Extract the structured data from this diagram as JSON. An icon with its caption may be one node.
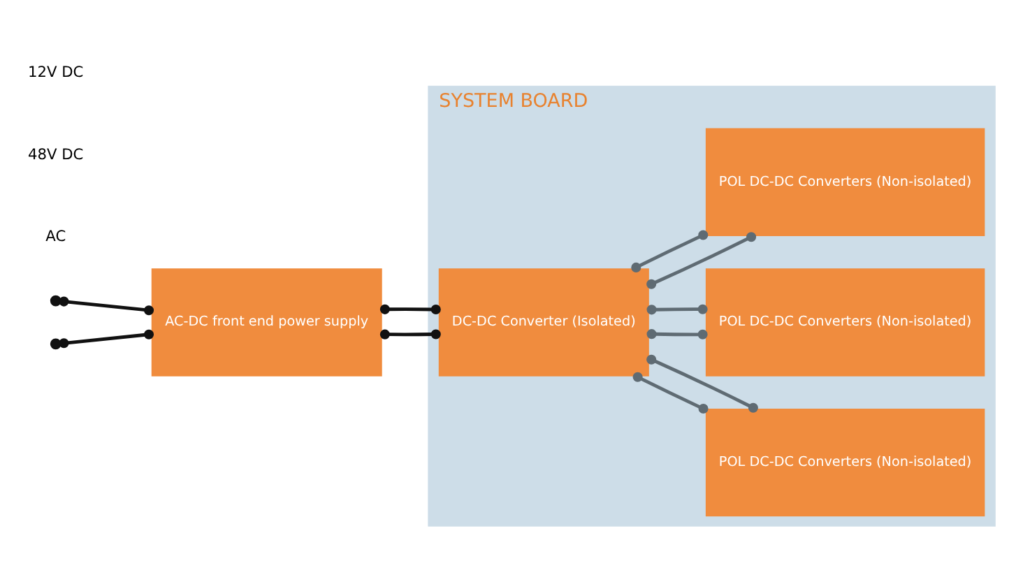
{
  "diagram": {
    "nodes": [
      {
        "text": [
          "SYSTEM BOARD"
        ]
      },
      {
        "text": [
          "AC-DC front end power supply"
        ]
      },
      {
        "text": [
          "DC-DC Converter (Isolated)"
        ],
        "in": 0
      },
      {
        "text": [
          "POL DC-DC Converters (Non-isolated)"
        ],
        "in": 0
      },
      {
        "text": [
          "POL DC-DC Converters (Non-isolated)"
        ],
        "in": 0
      },
      {
        "text": [
          "POL DC-DC Converters (Non-isolated)"
        ],
        "in": 0
      }
    ],
    "edges": [
      {
        "from": null,
        "to": 1,
        "arrow": "other",
        "color": "#111111"
      },
      {
        "from": null,
        "to": 1,
        "arrow": "other",
        "color": "#111111"
      },
      {
        "from": 1,
        "to": 2,
        "arrow": "other",
        "color": "#111111"
      },
      {
        "from": 1,
        "to": 2,
        "arrow": "other",
        "color": "#111111"
      },
      {
        "from": 2,
        "to": 3,
        "arrow": "other"
      },
      {
        "from": 2,
        "to": 3,
        "arrow": "other"
      },
      {
        "from": 2,
        "to": 4,
        "arrow": "other"
      },
      {
        "from": 2,
        "to": 4,
        "arrow": "other"
      },
      {
        "from": 2,
        "to": 5,
        "arrow": "other"
      },
      {
        "from": 2,
        "to": 5,
        "arrow": "other"
      }
    ],
    "labels": [
      "AC",
      "48V DC",
      "12V DC"
    ]
  }
}
